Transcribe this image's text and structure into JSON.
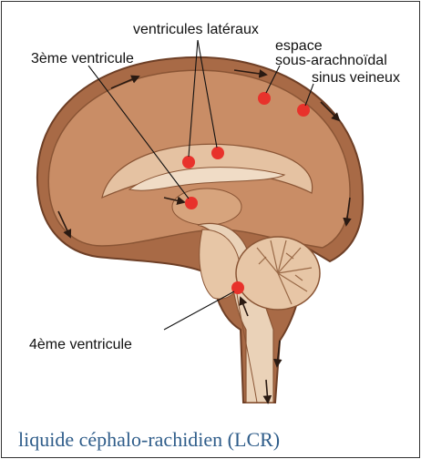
{
  "labels": {
    "lateral_ventricles": "ventricules latéraux",
    "third_ventricle": "3ème ventricule",
    "subarachnoid_space_line1": "espace",
    "subarachnoid_space_line2": "sous-arachnoïdal",
    "venous_sinus": "sinus veineux",
    "fourth_ventricle": "4ème ventricule"
  },
  "caption": "liquide céphalo-rachidien (LCR)",
  "colors": {
    "skull_outer": "#a86a46",
    "brain_tissue": "#c98d66",
    "brain_light": "#ead2b8",
    "marker_red": "#e8322b",
    "caption_blue": "#2f5d8a"
  }
}
